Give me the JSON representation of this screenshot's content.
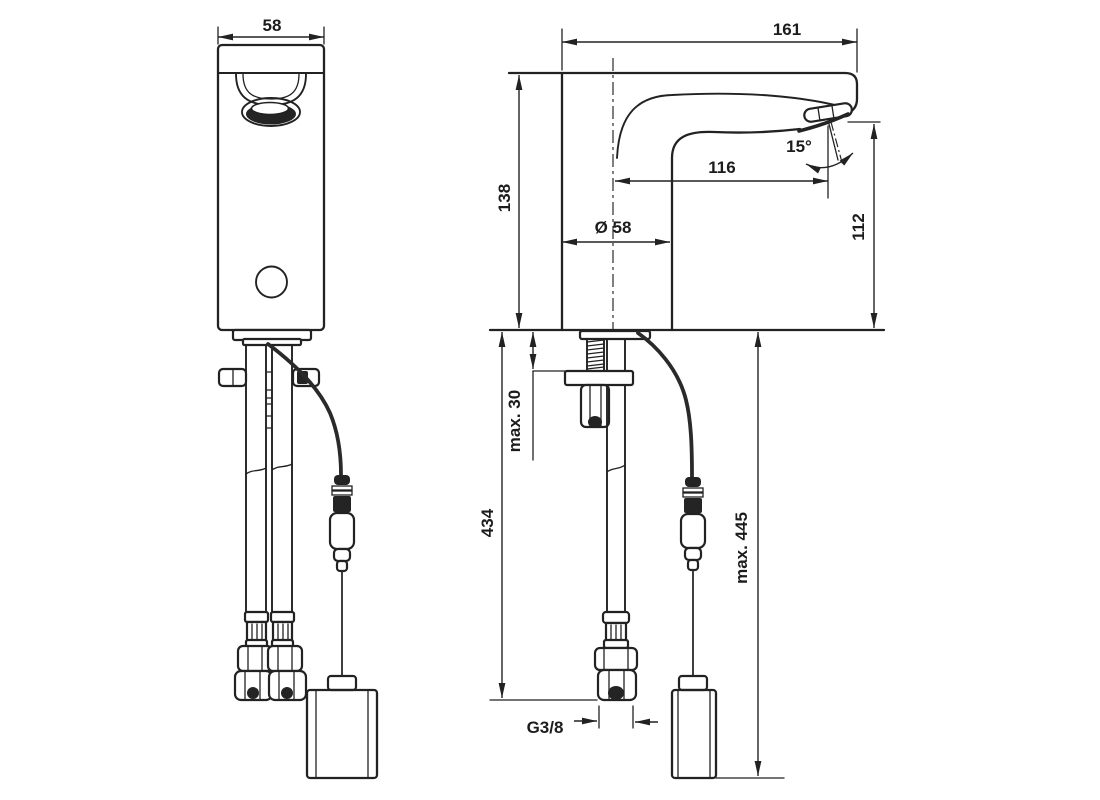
{
  "page": {
    "background_color": "#ffffff",
    "line_color": "#222222"
  },
  "drawing": {
    "front_view": {
      "dims": {
        "body_width": "58"
      }
    },
    "side_view": {
      "dims": {
        "overall_depth": "161",
        "body_height": "138",
        "spout_reach": "116",
        "spout_angle": "15°",
        "outlet_height": "112",
        "base_diameter": "Ø 58",
        "max_deck_thickness": "max. 30",
        "hose_length": "434",
        "max_cable_length": "max. 445",
        "thread_size": "G3/8"
      }
    }
  }
}
